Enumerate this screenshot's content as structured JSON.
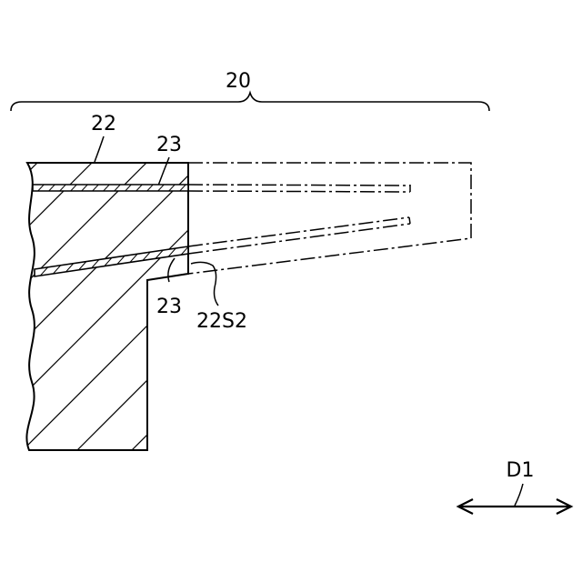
{
  "labels": {
    "assembly": "20",
    "body": "22",
    "layer_upper": "23",
    "layer_lower": "23",
    "surface": "22S2",
    "direction": "D1"
  }
}
